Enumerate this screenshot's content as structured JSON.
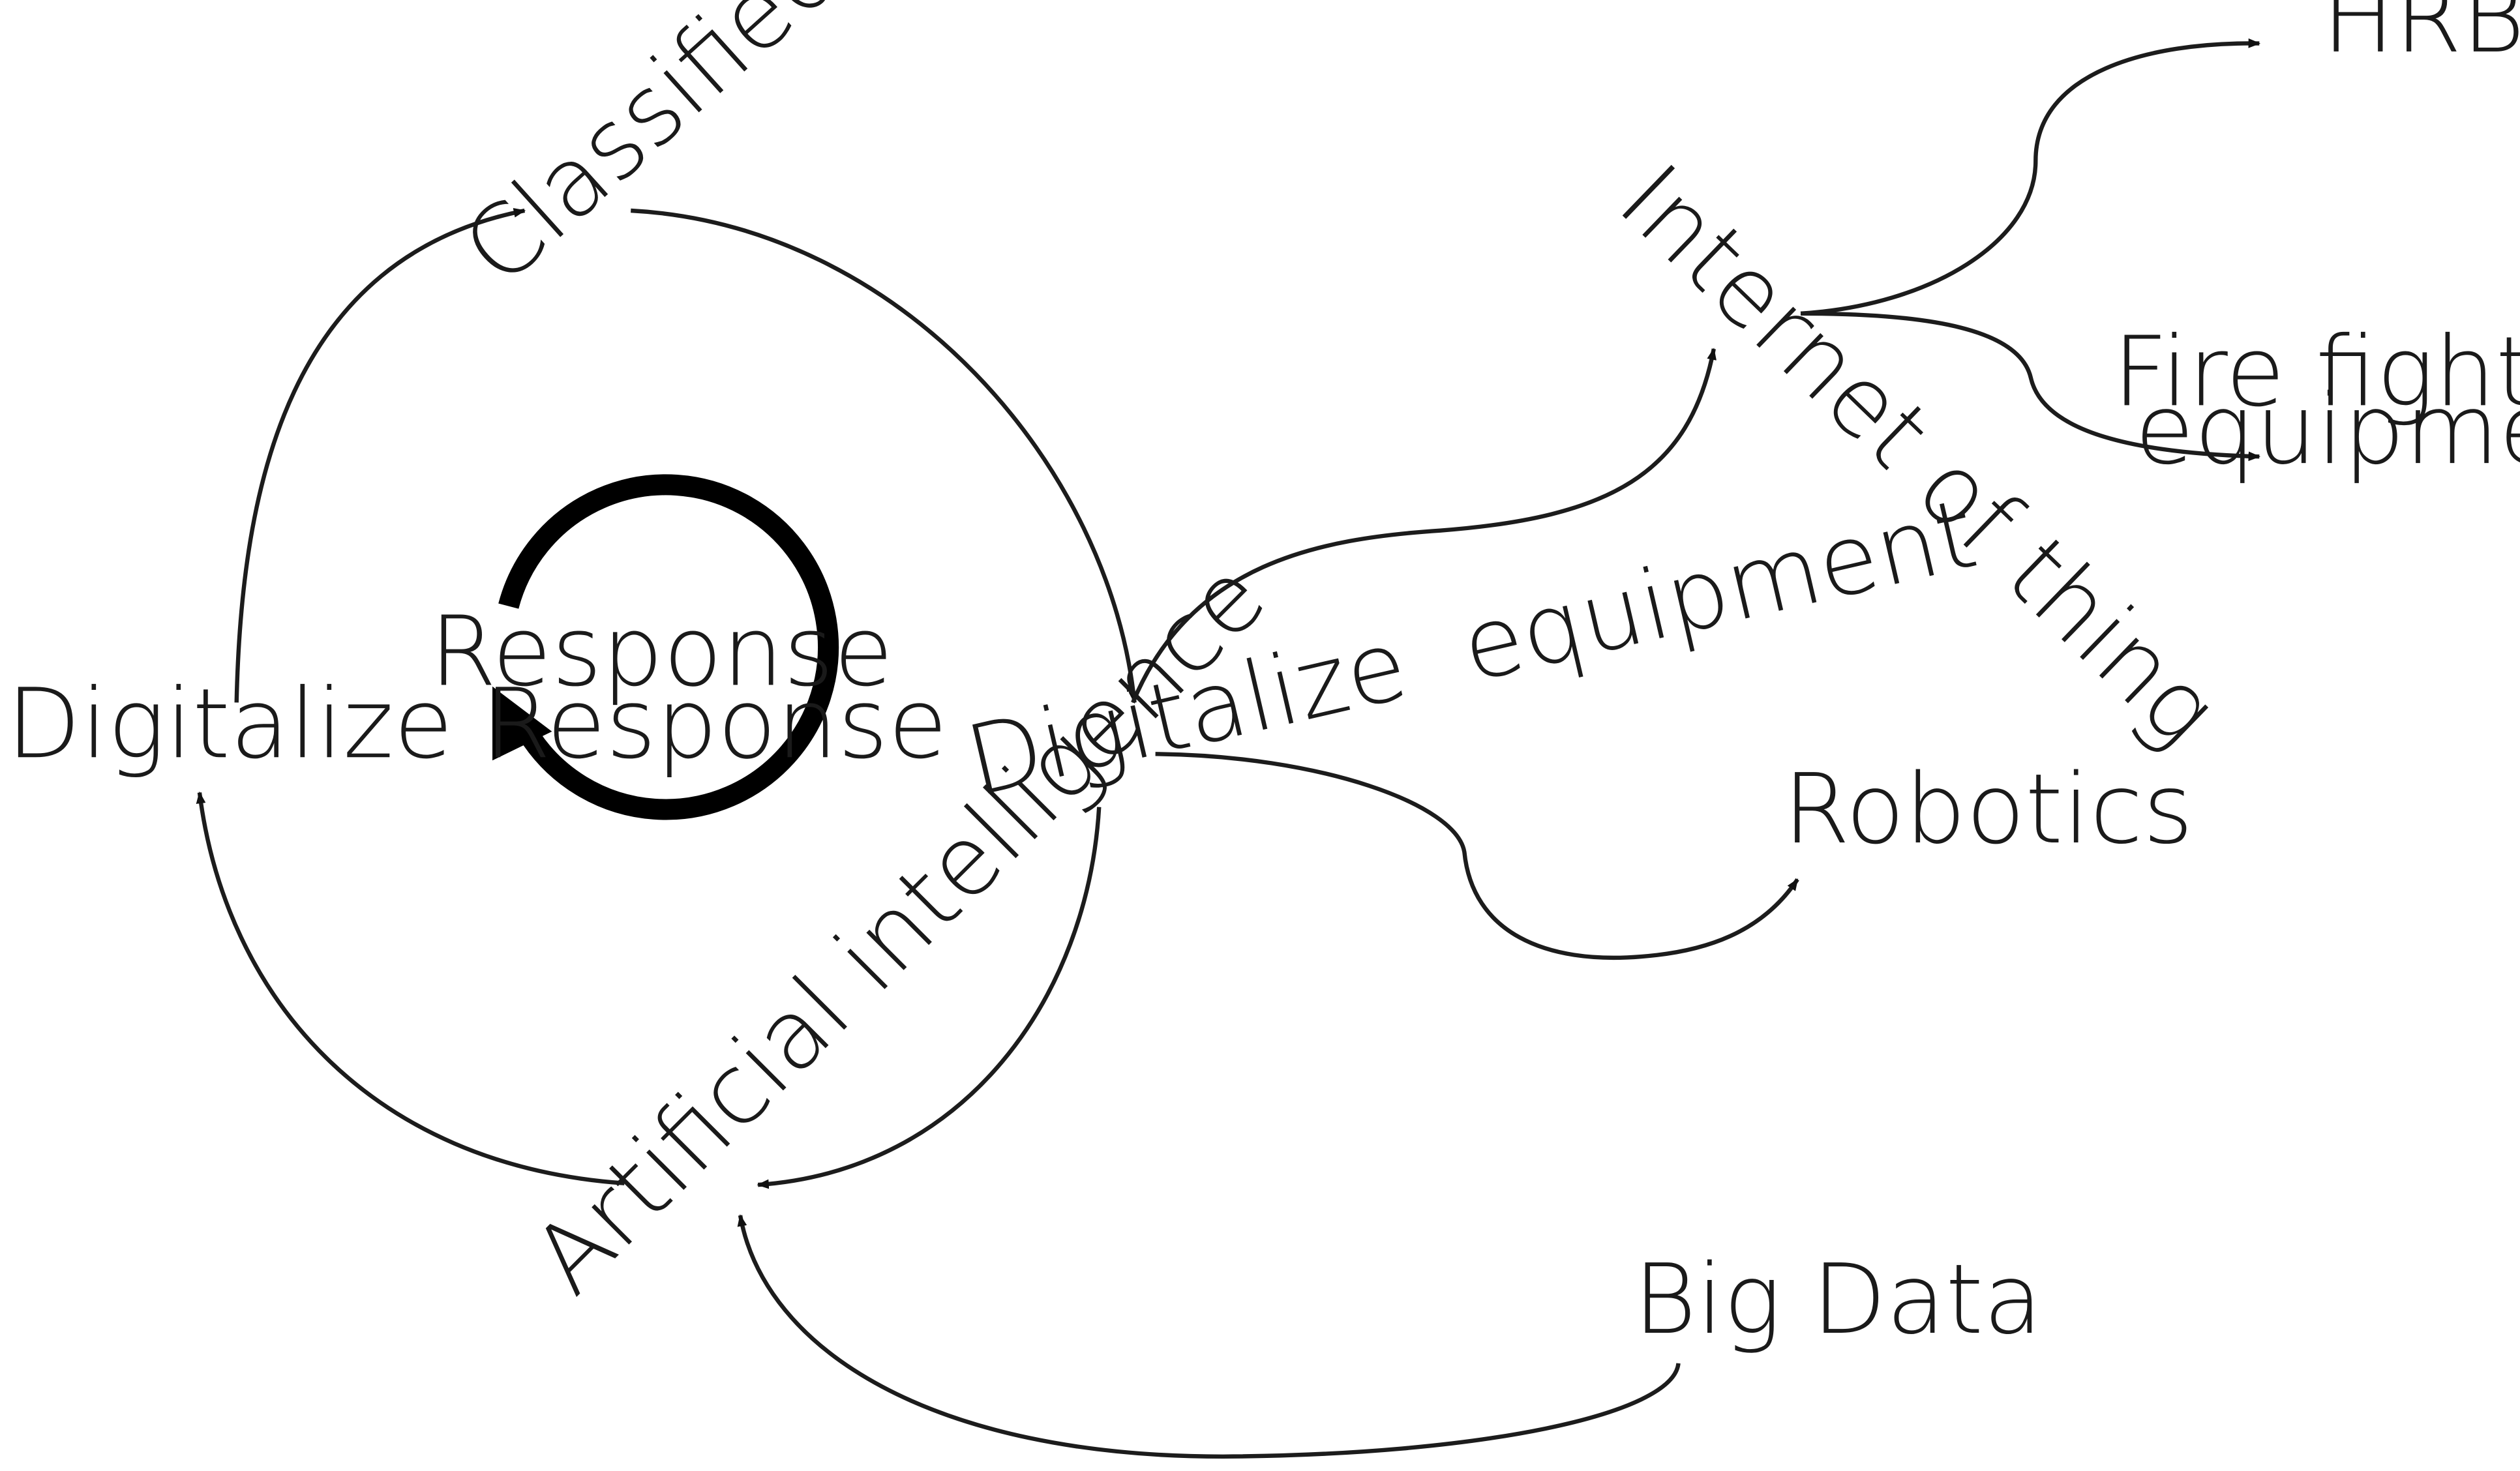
{
  "diagram": {
    "center_label": "Response",
    "nodes": {
      "classified_response": "Classified Response",
      "digitalize_response": "Digitalize Response",
      "digitalize_equipment": "Digitalize  equipment",
      "artificial_intelligence": "Artificial intelligence",
      "internet_of_thing": "Internet of thing",
      "hrb": "HRB",
      "fire_fighting_line1": "Fire fighting",
      "fire_fighting_line2": "equipment",
      "robotics": "Robotics",
      "big_data": "Big Data"
    },
    "edges": [
      {
        "from": "Digitalize Response",
        "to": "Classified Response"
      },
      {
        "from": "Classified Response",
        "to": "Digitalize  equipment"
      },
      {
        "from": "Digitalize  equipment",
        "to": "Artificial intelligence"
      },
      {
        "from": "Artificial intelligence",
        "to": "Digitalize Response"
      },
      {
        "from": "Digitalize  equipment",
        "to": "Internet of thing"
      },
      {
        "from": "Internet of thing",
        "to": "HRB"
      },
      {
        "from": "Internet of thing",
        "to": "Fire fighting equipment"
      },
      {
        "from": "Digitalize  equipment",
        "to": "Robotics"
      },
      {
        "from": "Big Data",
        "to": "Artificial intelligence"
      }
    ]
  }
}
